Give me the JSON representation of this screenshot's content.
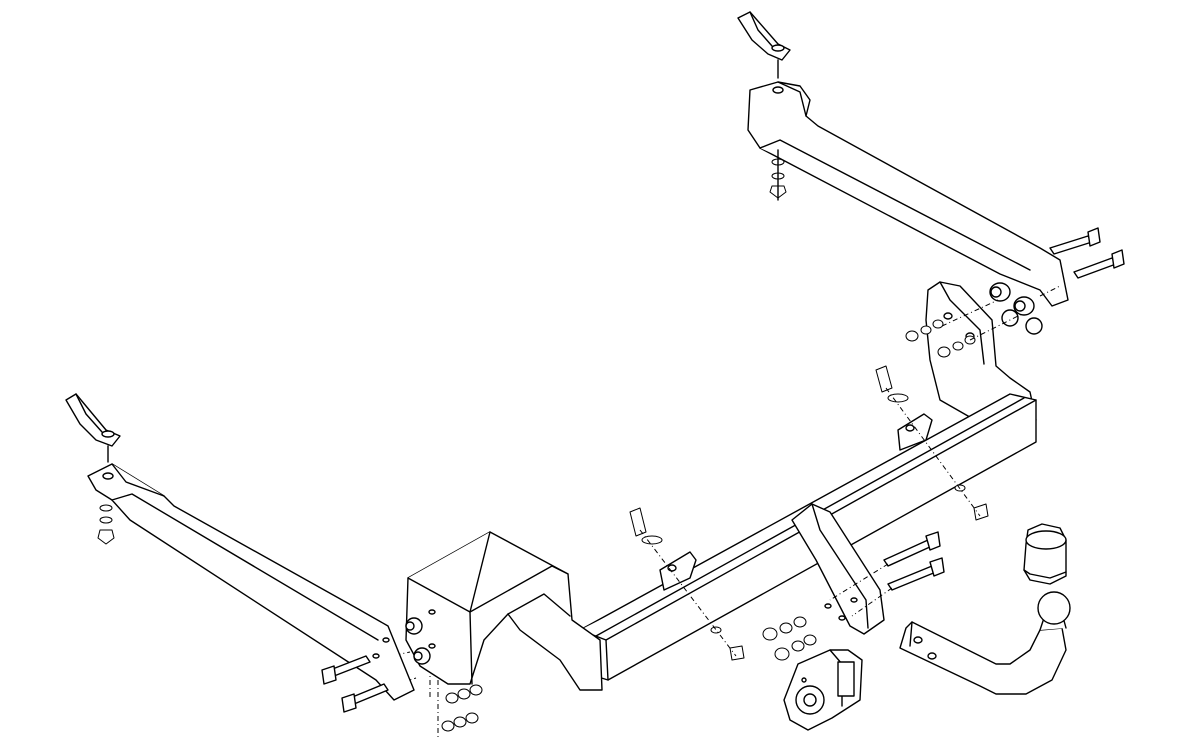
{
  "diagram": {
    "type": "exploded-assembly",
    "colors": {
      "stroke": "#000000",
      "background": "#ffffff"
    },
    "parts": [
      "right-side-bracket",
      "left-side-bracket",
      "main-crossbar",
      "left-mounting-plate",
      "right-mounting-plate",
      "tow-ball-neck",
      "tow-ball-cover",
      "electrical-socket-plate",
      "bolts",
      "nuts-and-washers",
      "spacers"
    ]
  }
}
